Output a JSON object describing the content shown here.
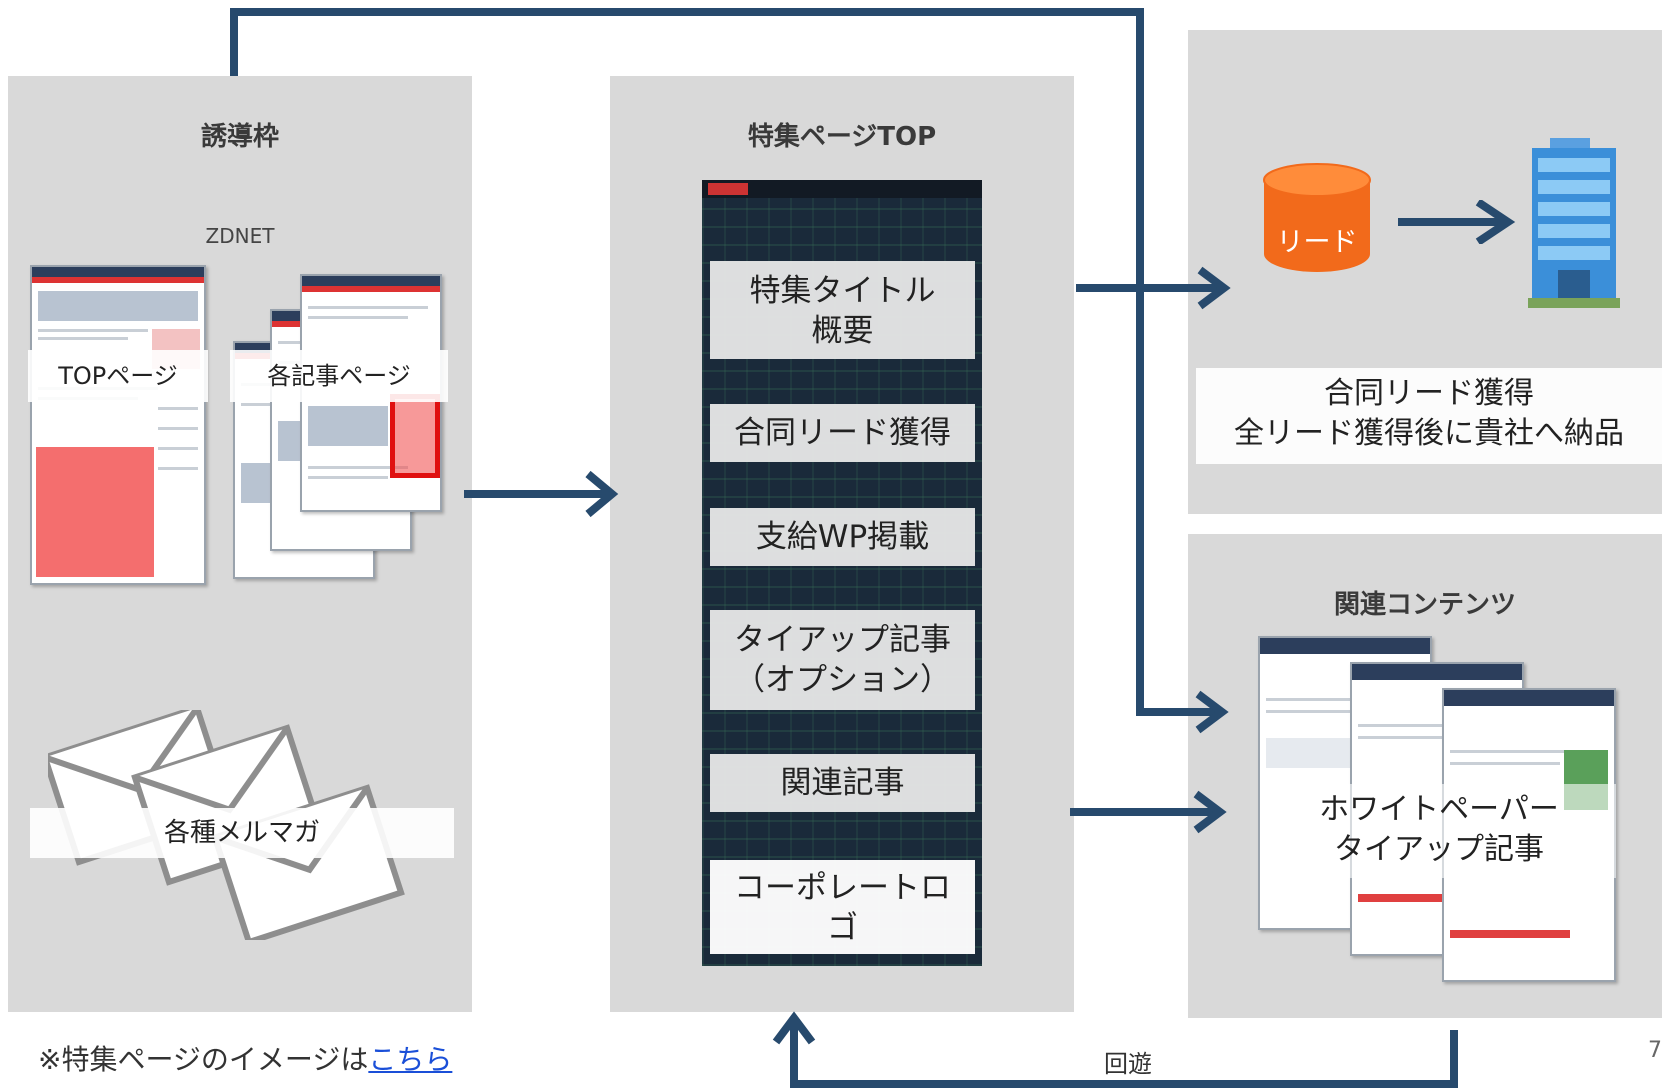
{
  "panels": {
    "induction": {
      "title": "誘導枠",
      "site_label": "ZDNET",
      "top_page_label": "TOPページ",
      "article_page_label": "各記事ページ",
      "mailmag_label": "各種メルマガ"
    },
    "feature_top": {
      "title": "特集ページTOP",
      "items": [
        "特集タイトル\n概要",
        "合同リード獲得",
        "支給WP掲載",
        "タイアップ記事\n（オプション）",
        "関連記事",
        "コーポレートロ\nゴ"
      ]
    },
    "lead": {
      "cylinder_label": "リード",
      "caption_line1": "合同リード獲得",
      "caption_line2": "全リード獲得後に貴社へ納品"
    },
    "related": {
      "title": "関連コンテンツ",
      "caption_line1": "ホワイトペーパー",
      "caption_line2": "タイアップ記事"
    }
  },
  "loop_label": "回遊",
  "footnote": {
    "text": "※特集ページのイメージは",
    "link_text": "こちら"
  },
  "page_number": "7",
  "colors": {
    "arrow": "#274a6d",
    "panel_bg": "#d9d9d9",
    "cylinder": "#f26a1b",
    "building": "#3b8fd9",
    "highlight_red": "#f25555"
  }
}
